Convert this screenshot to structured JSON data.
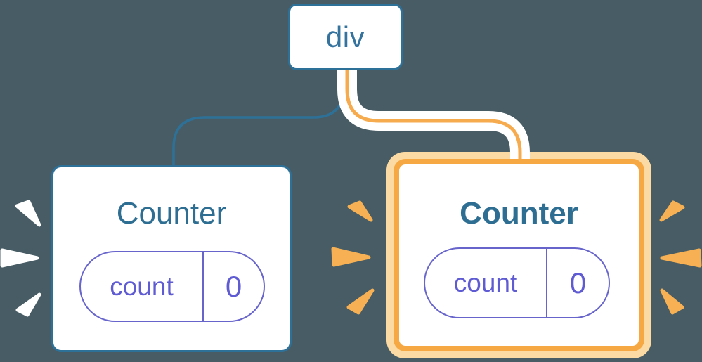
{
  "diagram": {
    "root": {
      "label": "div"
    },
    "counters": [
      {
        "title": "Counter",
        "state": {
          "key": "count",
          "value": "0"
        },
        "highlighted": false
      },
      {
        "title": "Counter",
        "state": {
          "key": "count",
          "value": "0"
        },
        "highlighted": true
      }
    ]
  },
  "colors": {
    "background": "#475C64",
    "card_bg": "#FFFFFF",
    "blue_border": "#2E7198",
    "blue_text": "#35739F",
    "counter_text": "#2E6E92",
    "purple": "#6764CB",
    "purple_text": "#5F5BD2",
    "orange_line": "#F6AB4F",
    "orange_border": "#F6A943",
    "orange_glow": "#FBDAA3",
    "spark_orange": "#F7B154",
    "spark_white": "#FFFFFF"
  }
}
